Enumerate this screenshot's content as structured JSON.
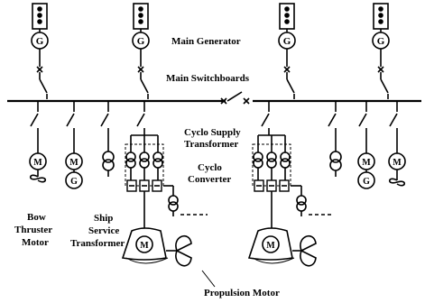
{
  "labels": {
    "main_generator": "Main Generator",
    "main_switchboards": "Main Switchboards",
    "cyclo_supply_1": "Cyclo Supply",
    "cyclo_supply_2": "Transformer",
    "cyclo_conv_1": "Cyclo",
    "cyclo_conv_2": "Converter",
    "bow_1": "Bow",
    "bow_2": "Thruster",
    "bow_3": "Motor",
    "ship_1": "Ship",
    "ship_2": "Service",
    "ship_3": "Transformer",
    "propulsion_motor": "Propulsion Motor"
  },
  "symbols": {
    "generator": "G",
    "motor": "M"
  }
}
